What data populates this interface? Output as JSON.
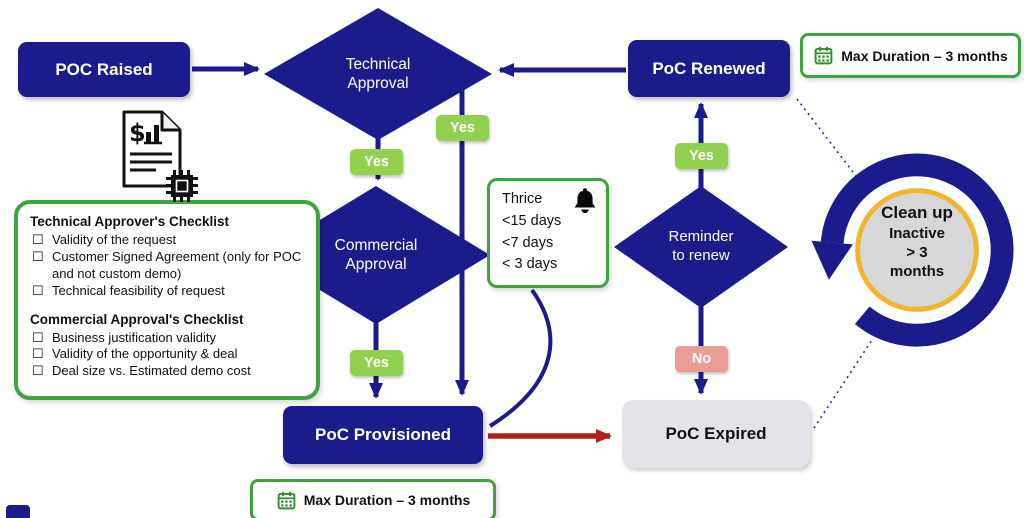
{
  "colors": {
    "navy": "#1b1b8c",
    "green_pill": "#92d050",
    "green_border": "#3fa33e",
    "pink": "#e89d97",
    "red": "#b02015",
    "gray_box": "#e3e3ea",
    "yellow_ring": "#f2b52e",
    "inner_gray": "#d7d7d7",
    "dotted": "#2b2b9b"
  },
  "nodes": {
    "poc_raised": {
      "label": "POC Raised"
    },
    "technical_approval": {
      "label": "Technical\nApproval"
    },
    "commercial_approval": {
      "label": "Commercial\nApproval"
    },
    "poc_renewed": {
      "label": "PoC Renewed"
    },
    "reminder_to_renew": {
      "label": "Reminder\nto renew"
    },
    "poc_provisioned": {
      "label": "PoC Provisioned"
    },
    "poc_expired": {
      "label": "PoC Expired"
    },
    "cleanup": {
      "title": "Clean up",
      "subtitle": "Inactive\n> 3\nmonths"
    }
  },
  "labels": {
    "yes": "Yes",
    "no": "No"
  },
  "notes": {
    "reminder_schedule": {
      "lines": [
        "Thrice",
        "<15 days",
        "<7 days",
        "< 3 days"
      ]
    },
    "max_duration_top": "Max Duration – 3 months",
    "max_duration_bottom": "Max Duration – 3 months",
    "checklist": {
      "section1_title": "Technical Approver's Checklist",
      "section1_items": [
        "Validity of the request",
        "Customer Signed Agreement (only for POC and not custom demo)",
        "Technical feasibility of request"
      ],
      "section2_title": "Commercial Approval's Checklist",
      "section2_items": [
        "Business justification validity",
        "Validity of the opportunity & deal",
        "Deal size vs. Estimated demo cost"
      ]
    }
  },
  "icons": {
    "checkbox": "☐",
    "bell": "bell-icon",
    "calendar": "calendar-icon",
    "document_dollar": "document-dollar-icon",
    "chip": "chip-icon",
    "recycle_ring": "circular-arrow-icon"
  },
  "flow": {
    "edges": [
      {
        "from": "POC Raised",
        "to": "Technical Approval"
      },
      {
        "from": "Technical Approval",
        "to": "Commercial Approval",
        "label": "Yes"
      },
      {
        "from": "Technical Approval",
        "to": "PoC Provisioned",
        "label": "Yes"
      },
      {
        "from": "Commercial Approval",
        "to": "PoC Provisioned",
        "label": "Yes"
      },
      {
        "from": "PoC Provisioned",
        "to": "PoC Expired",
        "style": "red"
      },
      {
        "from": "PoC Provisioned",
        "to": "Reminder schedule",
        "style": "curve"
      },
      {
        "from": "Reminder to renew",
        "to": "PoC Renewed",
        "label": "Yes"
      },
      {
        "from": "Reminder to renew",
        "to": "PoC Expired",
        "label": "No"
      },
      {
        "from": "PoC Renewed",
        "to": "Technical Approval"
      },
      {
        "from": "PoC Renewed",
        "to": "Clean up",
        "style": "dotted"
      },
      {
        "from": "PoC Expired",
        "to": "Clean up",
        "style": "dotted"
      }
    ]
  }
}
